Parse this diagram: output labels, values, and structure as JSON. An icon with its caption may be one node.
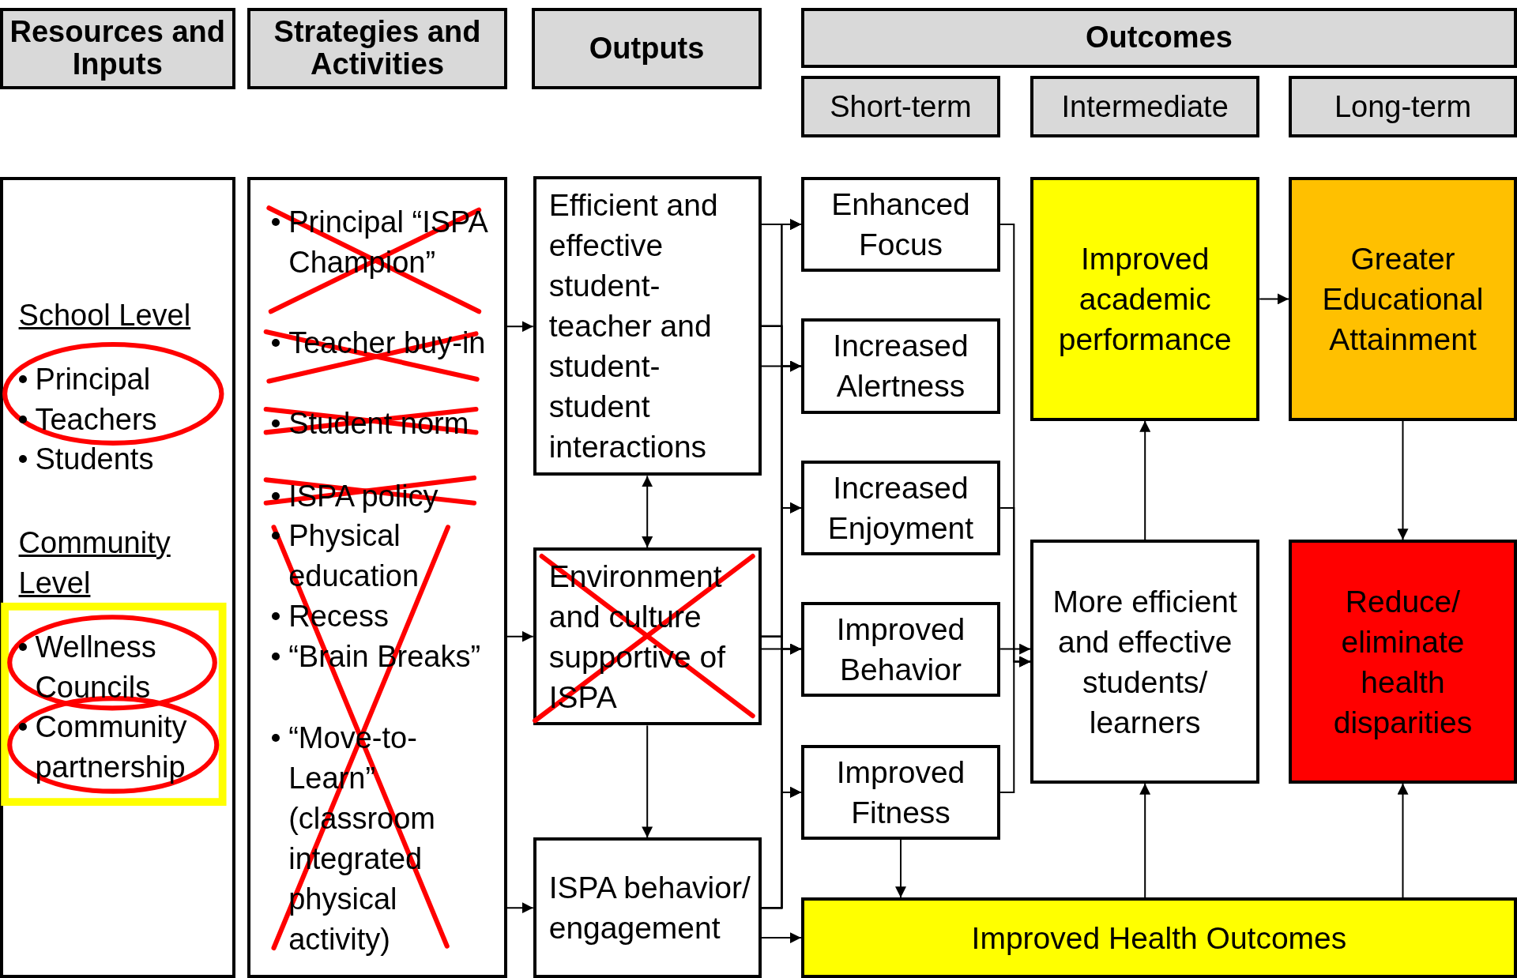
{
  "diagram": {
    "nodes": [
      {
        "text": [
          "Resources and Inputs"
        ]
      },
      {
        "text": [
          "Strategies and Activities"
        ]
      },
      {
        "text": [
          "Outputs"
        ]
      },
      {
        "text": [
          "Outcomes"
        ]
      },
      {
        "text": [
          "Short-term"
        ]
      },
      {
        "text": [
          "Intermediate"
        ]
      },
      {
        "text": [
          "Long-term"
        ]
      },
      {
        "text": [
          "School Level",
          "Principal",
          "Teachers",
          "Students",
          "Community Level",
          "Wellness Councils",
          "Community partnership"
        ]
      },
      {
        "text": [
          "Principal “ISPA Champion”",
          "Teacher buy-in",
          "Student norm",
          "ISPA policy",
          "Physical education",
          "Recess",
          "“Brain Breaks”",
          "“Move-to-Learn” (classroom integrated physical activity)"
        ]
      },
      {
        "text": [
          "Efficient and effective student-teacher and student-student interactions"
        ]
      },
      {
        "text": [
          "Environment and culture supportive of ISPA"
        ]
      },
      {
        "text": [
          "ISPA behavior/ engagement"
        ]
      },
      {
        "text": [
          "Enhanced Focus"
        ]
      },
      {
        "text": [
          "Increased Alertness"
        ]
      },
      {
        "text": [
          "Increased Enjoyment"
        ]
      },
      {
        "text": [
          "Improved Behavior"
        ]
      },
      {
        "text": [
          "Improved Fitness"
        ]
      },
      {
        "text": [
          "Improved academic performance"
        ]
      },
      {
        "text": [
          "More efficient and effective students/ learners"
        ]
      },
      {
        "text": [
          "Greater Educational Attainment"
        ]
      },
      {
        "text": [
          "Reduce/ eliminate health disparities"
        ]
      },
      {
        "text": [
          "Improved Health Outcomes"
        ]
      }
    ],
    "edges": [
      {
        "from": 8,
        "to": 9,
        "arrow": "to"
      },
      {
        "from": 8,
        "to": 10,
        "arrow": "to"
      },
      {
        "from": 8,
        "to": 11,
        "arrow": "to"
      },
      {
        "from": 9,
        "to": 10,
        "arrow": "both"
      },
      {
        "from": 10,
        "to": 11,
        "arrow": "to"
      },
      {
        "from": 9,
        "to": 12,
        "arrow": "to"
      },
      {
        "from": 9,
        "to": 13,
        "arrow": "to"
      },
      {
        "from": 9,
        "to": 14,
        "arrow": "to"
      },
      {
        "from": 9,
        "to": 15,
        "arrow": "to"
      },
      {
        "from": 9,
        "to": 16,
        "arrow": "to"
      },
      {
        "from": 10,
        "to": 12,
        "arrow": "to"
      },
      {
        "from": 10,
        "to": 13,
        "arrow": "to"
      },
      {
        "from": 10,
        "to": 14,
        "arrow": "to"
      },
      {
        "from": 10,
        "to": 15,
        "arrow": "to"
      },
      {
        "from": 10,
        "to": 16,
        "arrow": "to"
      },
      {
        "from": 11,
        "to": 12,
        "arrow": "to"
      },
      {
        "from": 11,
        "to": 13,
        "arrow": "to"
      },
      {
        "from": 11,
        "to": 14,
        "arrow": "to"
      },
      {
        "from": 11,
        "to": 15,
        "arrow": "to"
      },
      {
        "from": 11,
        "to": 16,
        "arrow": "to"
      },
      {
        "from": 11,
        "to": 21,
        "arrow": "to"
      },
      {
        "from": 12,
        "to": 18,
        "arrow": "to"
      },
      {
        "from": 14,
        "to": 18,
        "arrow": "to"
      },
      {
        "from": 15,
        "to": 18,
        "arrow": "to"
      },
      {
        "from": 16,
        "to": 18,
        "arrow": "to"
      },
      {
        "from": 16,
        "to": 21,
        "arrow": "to"
      },
      {
        "from": 18,
        "to": 17,
        "arrow": "to"
      },
      {
        "from": 17,
        "to": 19,
        "arrow": "to"
      },
      {
        "from": 19,
        "to": 20,
        "arrow": "to"
      },
      {
        "from": 21,
        "to": 18,
        "arrow": "to"
      },
      {
        "from": 21,
        "to": 20,
        "arrow": "to"
      }
    ]
  }
}
